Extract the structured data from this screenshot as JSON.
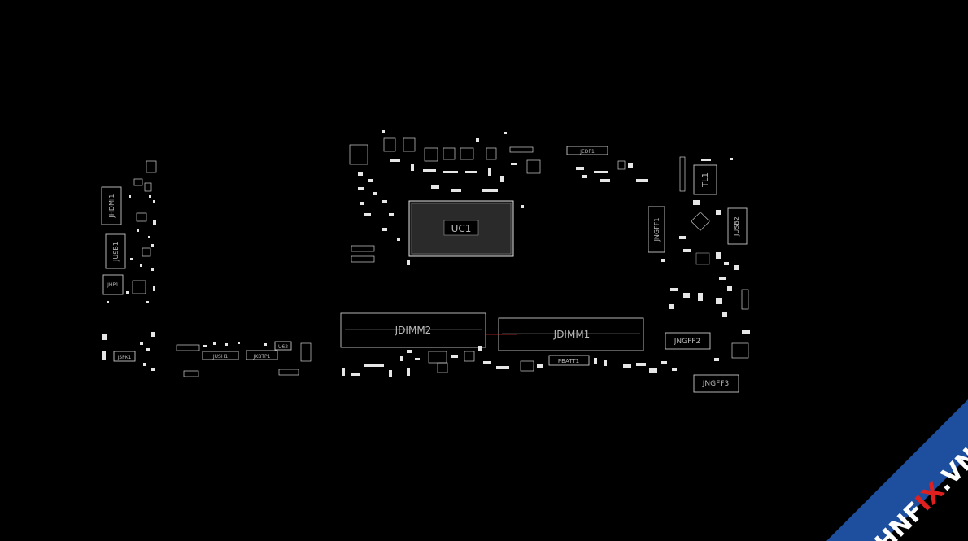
{
  "components": {
    "uc1": "UC1",
    "jdimm1": "JDIMM1",
    "jdimm2": "JDIMM2",
    "jngff1": "JNGFF1",
    "jngff2": "JNGFF2",
    "jngff3": "JNGFF3",
    "jhdmi1": "JHDMI1",
    "jusb1": "JUSB1",
    "jusb2": "JUSB2",
    "jhp1": "JHP1",
    "jspk1": "JSPK1",
    "jush1": "JUSH1",
    "jkbtp1": "JKBTP1",
    "pbatt1": "PBATT1",
    "jedp1": "JEDP1",
    "tl1": "TL1",
    "u62": "U62"
  },
  "watermark": {
    "text_left": "HNF",
    "text_mid": "IX",
    "text_right": ".VN",
    "band_color": "#1e4f9e",
    "accent_color": "#e0201f"
  },
  "colors": {
    "background": "#000000",
    "outline": "#c8c8c8"
  }
}
